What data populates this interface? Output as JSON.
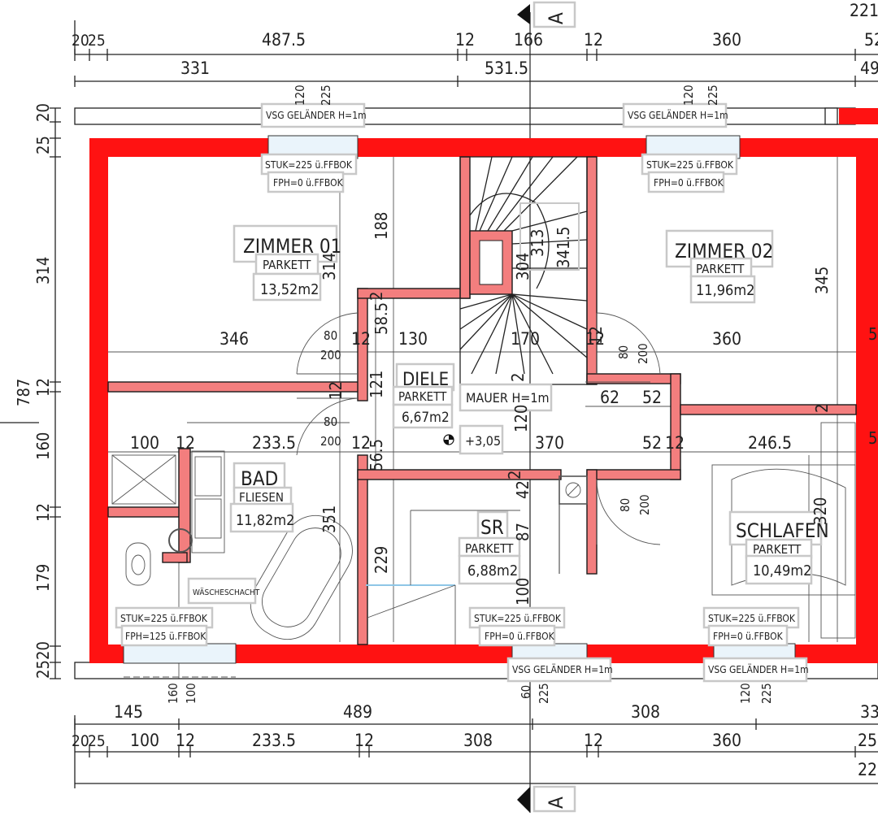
{
  "rooms": [
    {
      "name": "ZIMMER 01",
      "floor": "PARKETT",
      "area": "13,52m2"
    },
    {
      "name": "ZIMMER 02",
      "floor": "PARKETT",
      "area": "11,96m2"
    },
    {
      "name": "DIELE",
      "floor": "PARKETT",
      "area": "6,67m2"
    },
    {
      "name": "BAD",
      "floor": "FLIESEN",
      "area": "11,82m2"
    },
    {
      "name": "SR",
      "floor": "PARKETT",
      "area": "6,88m2"
    },
    {
      "name": "SCHLAFEN",
      "floor": "PARKETT",
      "area": "10,49m2"
    }
  ],
  "section_marker": "A",
  "level_mark": "+3,05",
  "wall_note": "MAUER H=1m",
  "shaft_label": "WÄSCHESCHACHT",
  "railing_label": "VSG GELÄNDER H=1m",
  "railing_label_bottom": "VSG GELÄNDER H=1m",
  "window_notes": {
    "stuk_225": "STUK=225 ü.FFBOK",
    "fph_0": "FPH=0 ü.FFBOK",
    "fph_125": "FPH=125 ü.FFBOK"
  },
  "dims": {
    "top1": [
      "20",
      "25",
      "487.5",
      "12",
      "166",
      "12",
      "360",
      "52"
    ],
    "top2": [
      "331",
      "531.5",
      "49"
    ],
    "top_right": "221",
    "left": [
      "20",
      "25",
      "314",
      "12",
      "160",
      "12",
      "179",
      "20",
      "25"
    ],
    "left_total": "787",
    "bottom1": [
      "145",
      "489",
      "308",
      "33"
    ],
    "bottom2": [
      "20",
      "25",
      "100",
      "12",
      "233.5",
      "12",
      "308",
      "12",
      "360",
      "25"
    ],
    "bottom_total": "22",
    "row1": [
      "346",
      "80",
      "200",
      "12",
      "130",
      "170",
      "12",
      "80",
      "200",
      "360"
    ],
    "row2": [
      "100",
      "12",
      "233.5",
      "80",
      "200",
      "12",
      "370",
      "52",
      "12",
      "246.5"
    ],
    "inner": [
      "188",
      "314",
      "2",
      "58.5",
      "12",
      "121",
      "2",
      "120",
      "56.5",
      "42",
      "87",
      "100",
      "229",
      "351",
      "320",
      "62",
      "52",
      "345",
      "2",
      "12",
      "304",
      "313",
      "341.5",
      "2",
      "5",
      "5"
    ],
    "window": [
      "120",
      "225",
      "120",
      "225",
      "160",
      "100",
      "60",
      "225",
      "120",
      "225"
    ],
    "door": [
      "80",
      "200"
    ]
  }
}
